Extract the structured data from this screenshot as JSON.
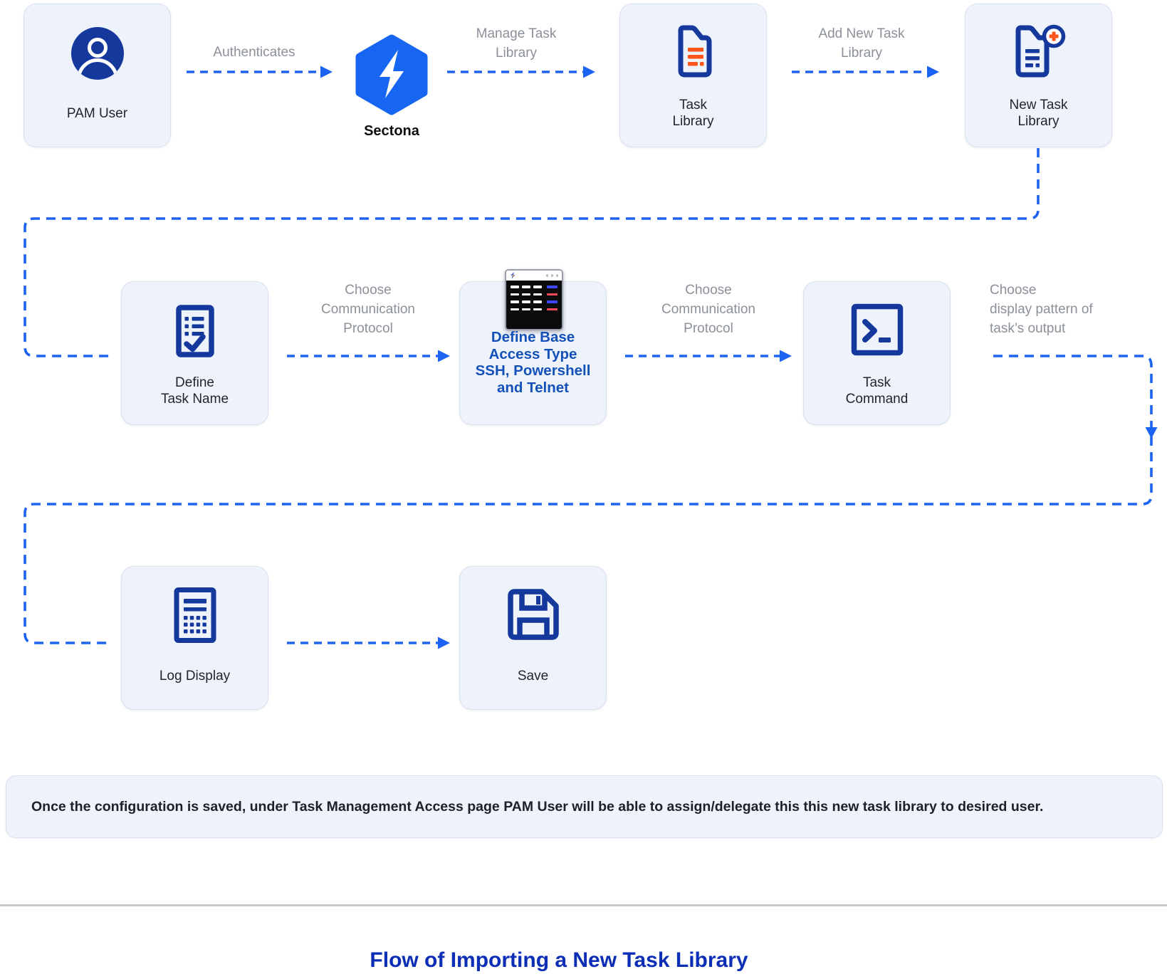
{
  "title": "Flow of Importing a New Task Library",
  "note": "Once the configuration is saved, under Task Management Access page PAM User will be able to assign/delegate this this new task library to desired user.",
  "nodes": {
    "pam_user": {
      "label": "PAM User"
    },
    "sectona": {
      "label": "Sectona"
    },
    "task_library": {
      "label": "Task\nLibrary"
    },
    "new_task_library": {
      "label": "New Task\nLibrary"
    },
    "define_task_name": {
      "label": "Define\nTask Name"
    },
    "define_base_access": {
      "label": "Define Base\nAccess Type\nSSH, Powershell\nand Telnet"
    },
    "task_command": {
      "label": "Task\nCommand"
    },
    "log_display": {
      "label": "Log Display"
    },
    "save": {
      "label": "Save"
    }
  },
  "edge_labels": {
    "authenticates": "Authenticates",
    "manage_task_library": "Manage Task\nLibrary",
    "add_new_task_library": "Add New Task\nLibrary",
    "choose_protocol_1": "Choose\nCommunication\nProtocol",
    "choose_protocol_2": "Choose\nCommunication\nProtocol",
    "choose_display_pattern": "Choose\ndisplay pattern of\ntask’s output"
  },
  "icons": {
    "pam_user": "user-avatar-icon",
    "sectona": "sectona-hexagon-bolt-logo",
    "task_library": "document-lines-icon",
    "new_task_library": "document-add-icon",
    "define_task_name": "checklist-icon",
    "define_base_access": "terminal-window-image",
    "task_command": "terminal-prompt-icon",
    "log_display": "log-grid-icon",
    "save": "floppy-disk-icon"
  },
  "colors": {
    "arrow_blue": "#1c63f2",
    "icon_navy": "#14389c",
    "accent_orange": "#fd541c",
    "node_background": "#eef2fb",
    "node_border": "#d9e0ef",
    "edge_label_gray": "#8b9099",
    "define_base_text_blue": "#1351b9",
    "sectona_blue": "#1766f2",
    "terminal_dash_blue": "#3d46fa",
    "terminal_dash_red": "#ff4a55",
    "title_blue": "#0c2eb6",
    "note_text": "#1d2127",
    "divider_gray": "#c8c9cb"
  }
}
